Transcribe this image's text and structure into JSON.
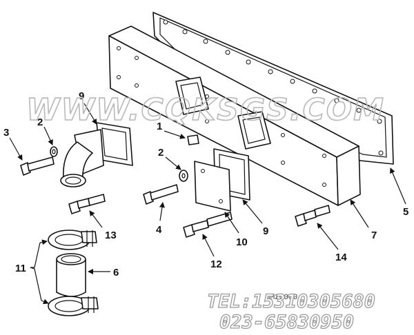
{
  "watermark": "WWW.CQKSGS.COM",
  "contact": {
    "tel": "TEL:15310305680",
    "phone2": "023-65830950"
  },
  "drawing_number": "HM20000",
  "callouts": [
    "1",
    "2",
    "2",
    "3",
    "4",
    "5",
    "6",
    "7",
    "9",
    "9",
    "10",
    "11",
    "12",
    "13",
    "14"
  ]
}
